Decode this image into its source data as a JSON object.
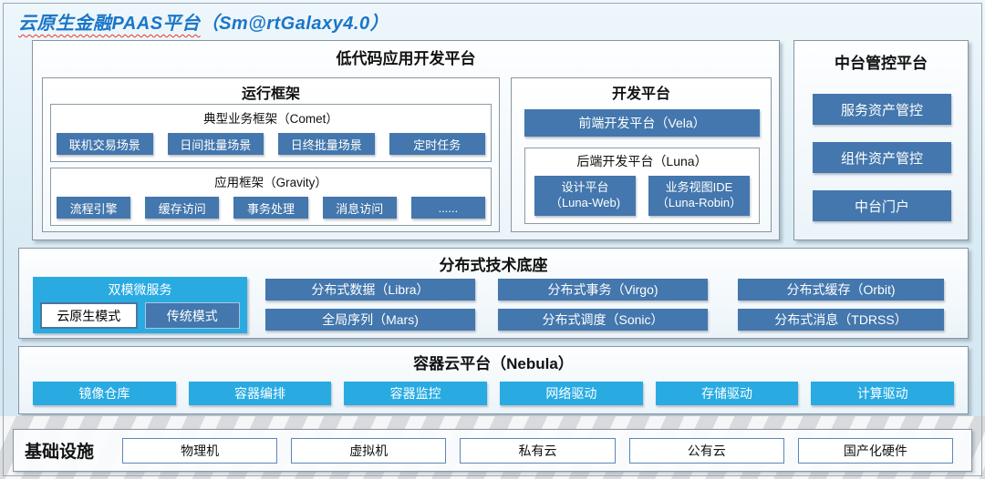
{
  "page_title": {
    "main": "云原生金融PAAS平台",
    "suffix": "（Sm@rtGalaxy4.0）"
  },
  "colors": {
    "title_blue": "#1b76c8",
    "steel_blue": "#4377ad",
    "cyan": "#29abe2",
    "page_bg": "#d8eaf4"
  },
  "lowcode": {
    "title": "低代码应用开发平台",
    "runtime": {
      "title": "运行框架",
      "comet": {
        "title": "典型业务框架（Comet）",
        "buttons": [
          "联机交易场景",
          "日间批量场景",
          "日终批量场景",
          "定时任务"
        ]
      },
      "gravity": {
        "title": "应用框架（Gravity）",
        "buttons": [
          "流程引擎",
          "缓存访问",
          "事务处理",
          "消息访问",
          "......"
        ]
      }
    },
    "dev": {
      "title": "开发平台",
      "vela_label": "前端开发平台（Vela）",
      "luna": {
        "title": "后端开发平台（Luna）",
        "buttons": [
          {
            "label": "设计平台",
            "sub": "（Luna-Web)"
          },
          {
            "label": "业务视图IDE",
            "sub": "（Luna-Robin）"
          }
        ]
      }
    }
  },
  "midplatform": {
    "title": "中台管控平台",
    "buttons": [
      "服务资产管控",
      "组件资产管控",
      "中台门户"
    ]
  },
  "distributed": {
    "title": "分布式技术底座",
    "dual_mode": {
      "title": "双模微服务",
      "cloud_native": "云原生模式",
      "traditional": "传统模式"
    },
    "buttons_row1": [
      "分布式数据（Libra）",
      "分布式事务（Virgo)",
      "分布式缓存（Orbit)"
    ],
    "buttons_row2": [
      "全局序列（Mars)",
      "分布式调度（Sonic）",
      "分布式消息（TDRSS）"
    ]
  },
  "container_cloud": {
    "title": "容器云平台（Nebula）",
    "buttons": [
      "镜像仓库",
      "容器编排",
      "容器监控",
      "网络驱动",
      "存储驱动",
      "计算驱动"
    ]
  },
  "infrastructure": {
    "title": "基础设施",
    "items": [
      "物理机",
      "虚拟机",
      "私有云",
      "公有云",
      "国产化硬件"
    ]
  }
}
